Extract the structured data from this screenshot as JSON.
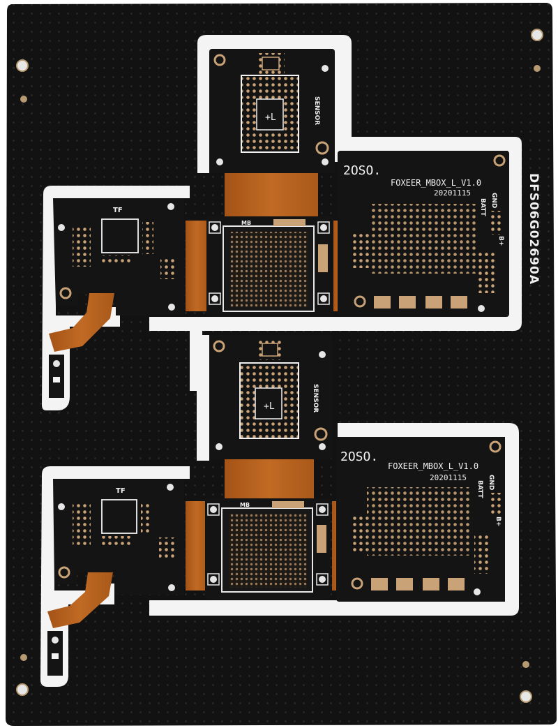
{
  "photo": {
    "subject": "",
    "colors": {
      "background": "#ffffff",
      "panel_solder_mask": "#121212",
      "routed_slot": "#f4f4f4",
      "flex_polyimide": "#b8621f",
      "pad_gold": "#c9a377",
      "silkscreen": "#f2f2f2"
    }
  },
  "panel": {
    "marking": "DFS06G02690A"
  },
  "boards": [
    {
      "flight_controller": {
        "code": "2OSO.",
        "name": "FOXEER_MBOX_L_V1.0",
        "date": "20201115",
        "pin_labels": [
          "GND",
          "BATT",
          "B+"
        ]
      },
      "sensor_label": "SENSOR",
      "mb_label": "MB",
      "tf_label": "TF"
    },
    {
      "flight_controller": {
        "code": "2OSO.",
        "name": "FOXEER_MBOX_L_V1.0",
        "date": "20201115",
        "pin_labels": [
          "GND",
          "BATT",
          "B+"
        ]
      },
      "sensor_label": "SENSOR",
      "mb_label": "MB",
      "tf_label": "TF"
    }
  ]
}
